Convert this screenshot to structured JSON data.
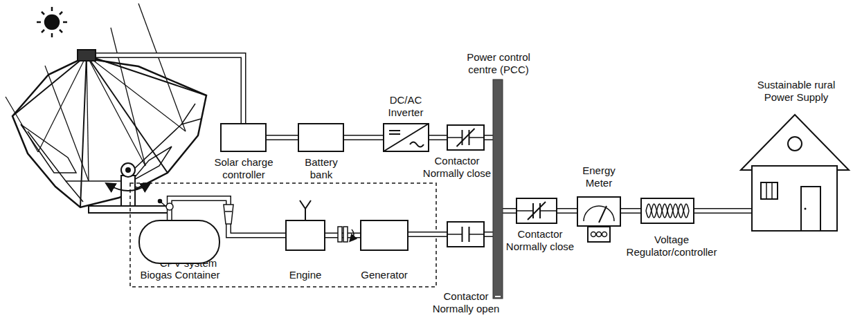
{
  "diagram": {
    "nodes": [
      {
        "text": [
          "Solar dish CPV system"
        ]
      },
      {
        "text": [
          "Solar charge controller"
        ]
      },
      {
        "text": [
          "Battery bank"
        ]
      },
      {
        "text": [
          "DC/AC Inverter"
        ]
      },
      {
        "text": [
          "Contactor Normally close"
        ]
      },
      {
        "text": [
          "Power control centre (PCC)"
        ]
      },
      {
        "text": [
          "Contactor Normally close"
        ]
      },
      {
        "text": [
          "Energy Meter"
        ]
      },
      {
        "text": [
          "Voltage Regulator/controller"
        ]
      },
      {
        "text": [
          "Sustainable rural Power Supply"
        ]
      },
      {
        "text": [
          "Biogas Container"
        ]
      },
      {
        "text": [
          "Engine"
        ]
      },
      {
        "text": [
          "Generator"
        ]
      },
      {
        "text": [
          "Contactor Normally open"
        ]
      }
    ],
    "edges": [
      {
        "from": 0,
        "to": 1,
        "arrow": "none"
      },
      {
        "from": 1,
        "to": 2,
        "arrow": "none"
      },
      {
        "from": 2,
        "to": 3,
        "arrow": "none"
      },
      {
        "from": 3,
        "to": 4,
        "arrow": "none"
      },
      {
        "from": 4,
        "to": 5,
        "arrow": "none"
      },
      {
        "from": 5,
        "to": 6,
        "arrow": "none"
      },
      {
        "from": 6,
        "to": 7,
        "arrow": "none"
      },
      {
        "from": 7,
        "to": 8,
        "arrow": "none"
      },
      {
        "from": 8,
        "to": 9,
        "arrow": "none"
      },
      {
        "from": 10,
        "to": 11,
        "arrow": "none"
      },
      {
        "from": 11,
        "to": 12,
        "arrow": "none"
      },
      {
        "from": 12,
        "to": 13,
        "arrow": "none"
      },
      {
        "from": 13,
        "to": 5,
        "arrow": "none"
      }
    ]
  }
}
